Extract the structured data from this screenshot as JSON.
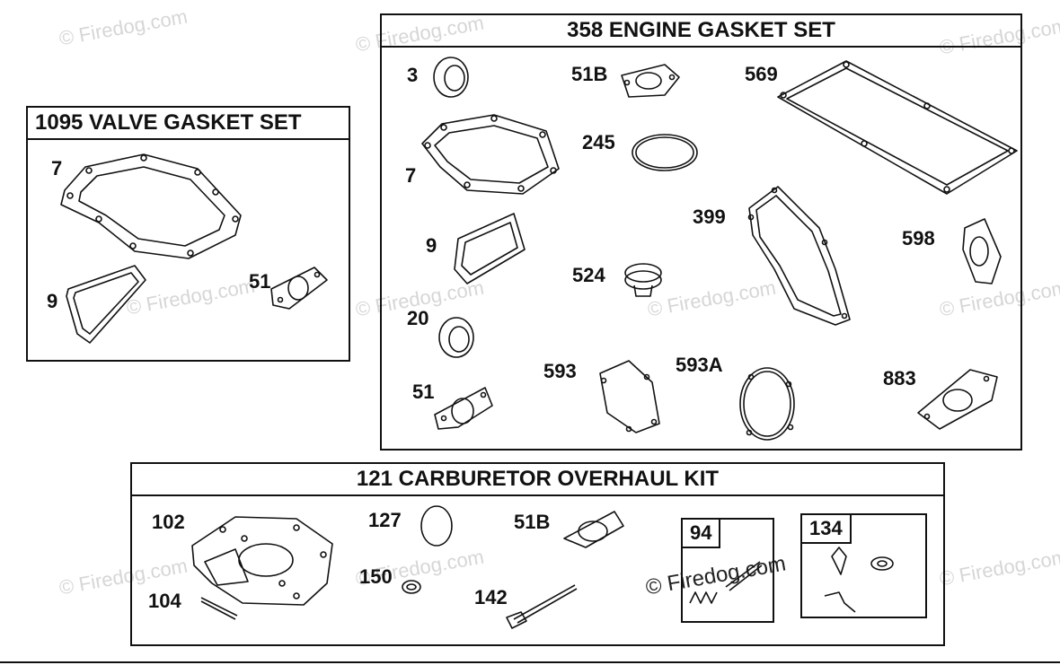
{
  "watermark": "© Firedog.com",
  "sets": {
    "valve": {
      "title": "1095 VALVE GASKET SET",
      "labels": {
        "p7": "7",
        "p9": "9",
        "p51": "51"
      }
    },
    "engine": {
      "title": "358 ENGINE GASKET SET",
      "labels": {
        "p3": "3",
        "p51b": "51B",
        "p569": "569",
        "p7": "7",
        "p245": "245",
        "p9": "9",
        "p399": "399",
        "p598": "598",
        "p524": "524",
        "p20": "20",
        "p593": "593",
        "p593a": "593A",
        "p883": "883",
        "p51": "51"
      }
    },
    "carb": {
      "title": "121 CARBURETOR OVERHAUL KIT",
      "labels": {
        "p102": "102",
        "p127": "127",
        "p51b": "51B",
        "p104": "104",
        "p150": "150",
        "p142": "142",
        "p94": "94",
        "p134": "134"
      }
    }
  }
}
